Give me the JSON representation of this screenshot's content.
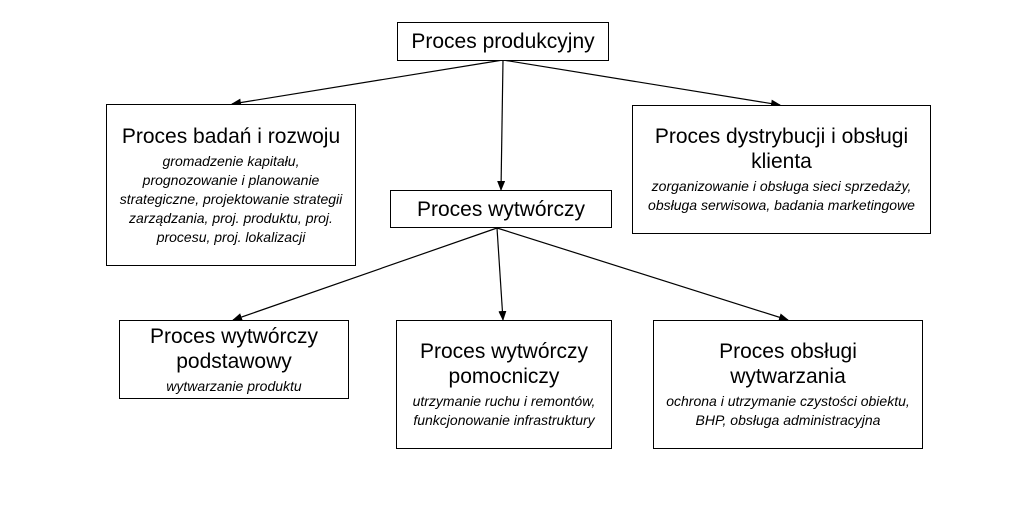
{
  "diagram": {
    "root": {
      "title": "Proces produkcyjny"
    },
    "research": {
      "title": "Proces badań i rozwoju",
      "desc": "gromadzenie kapitału, prognozowanie i planowanie strategiczne, projektowanie strategii zarządzania, proj. produktu, proj. procesu, proj. lokalizacji"
    },
    "manufacturing": {
      "title": "Proces wytwórczy"
    },
    "distribution": {
      "title": "Proces dystrybucji i obsługi klienta",
      "desc": "zorganizowanie i obsługa sieci sprzedaży, obsługa serwisowa, badania marketingowe"
    },
    "basic": {
      "title": "Proces wytwórczy podstawowy",
      "desc": "wytwarzanie produktu"
    },
    "auxiliary": {
      "title": "Proces wytwórczy pomocniczy",
      "desc": "utrzymanie ruchu i remontów, funkcjonowanie infrastruktury"
    },
    "service": {
      "title": "Proces obsługi wytwarzania",
      "desc": "ochrona i utrzymanie czystości obiektu, BHP, obsługa administracyjna"
    }
  }
}
